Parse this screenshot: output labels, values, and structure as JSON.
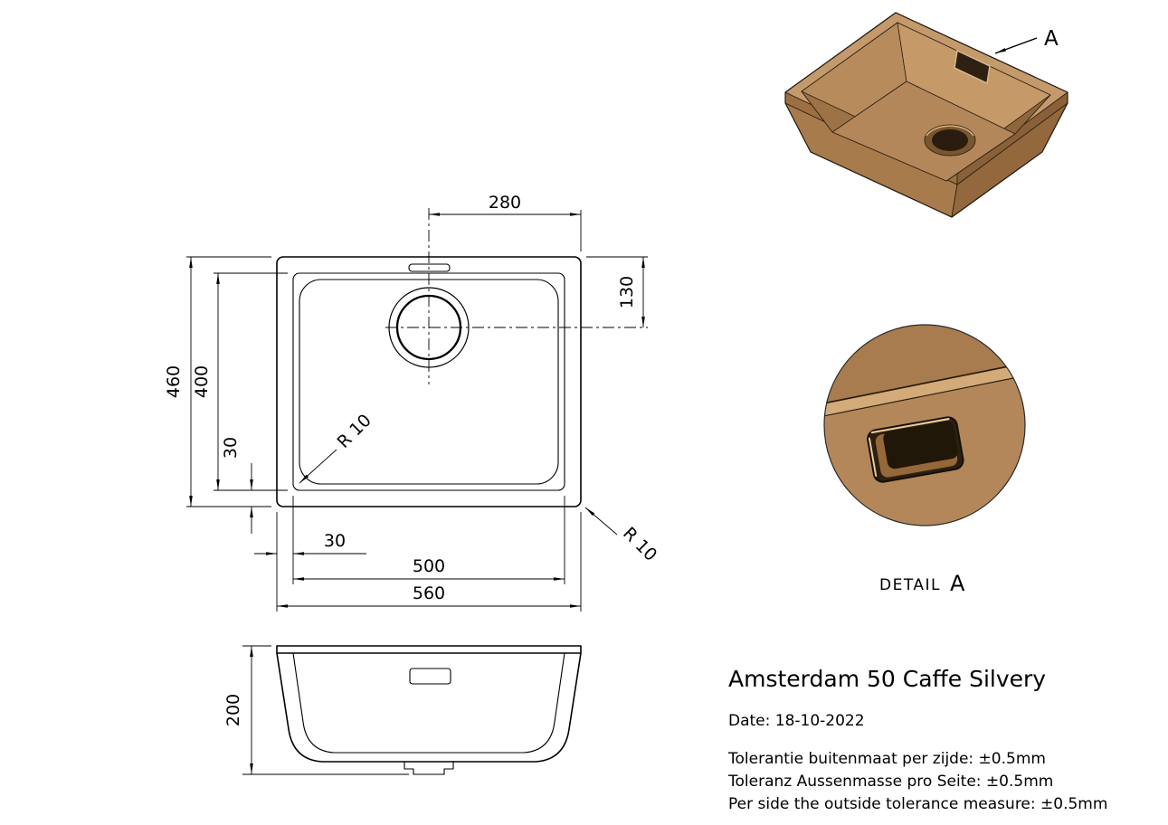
{
  "drawing": {
    "product": "Amsterdam 50 Caffe Silvery",
    "date": "Date: 18-10-2022",
    "tolerances": [
      "Tolerantie buitenmaat per zijde: ±0.5mm",
      "Toleranz Aussenmasse pro Seite: ±0.5mm",
      "Per side the outside tolerance measure: ±0.5mm"
    ]
  },
  "top_view": {
    "d280": "280",
    "d130": "130",
    "d460": "460",
    "d400": "400",
    "d30_left": "30",
    "d30_bottom": "30",
    "d500": "500",
    "d560": "560",
    "r_inner": "R 10",
    "r_outer": "R 10"
  },
  "section_view": {
    "d200": "200"
  },
  "detail_view": {
    "label": "DETAIL",
    "ref": "A"
  },
  "iso_view": {
    "callout": "A"
  },
  "colors": {
    "line": "#000000",
    "caffe_rim": "#c49a6c",
    "caffe_wall": "#b3875a",
    "caffe_shadow": "#8a6038",
    "caffe_highlight": "#d2ab78"
  }
}
